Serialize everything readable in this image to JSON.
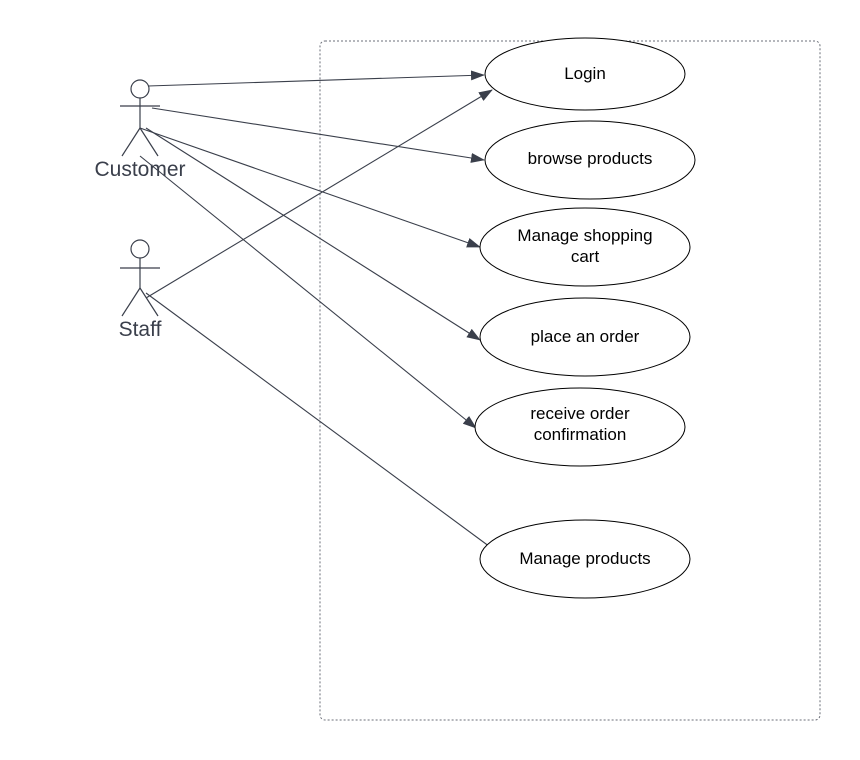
{
  "actors": [
    {
      "id": "customer",
      "name": "Customer"
    },
    {
      "id": "staff",
      "name": "Staff"
    }
  ],
  "use_cases": [
    {
      "id": "login",
      "lines": [
        "Login"
      ]
    },
    {
      "id": "browse-products",
      "lines": [
        "browse products"
      ]
    },
    {
      "id": "manage-shopping-cart",
      "lines": [
        "Manage shopping",
        "cart"
      ]
    },
    {
      "id": "place-an-order",
      "lines": [
        "place an order"
      ]
    },
    {
      "id": "receive-order-confirmation",
      "lines": [
        "receive order",
        "confirmation"
      ]
    },
    {
      "id": "manage-products",
      "lines": [
        "Manage products"
      ]
    }
  ],
  "associations": [
    {
      "from": "customer",
      "to": "login"
    },
    {
      "from": "customer",
      "to": "browse-products"
    },
    {
      "from": "customer",
      "to": "manage-shopping-cart"
    },
    {
      "from": "customer",
      "to": "place-an-order"
    },
    {
      "from": "customer",
      "to": "receive-order-confirmation"
    },
    {
      "from": "staff",
      "to": "login"
    },
    {
      "from": "staff",
      "to": "manage-products"
    }
  ],
  "colors": {
    "line": "#3a3f4b",
    "ellipse_stroke": "#000000",
    "boundary": "#6b6f78"
  }
}
